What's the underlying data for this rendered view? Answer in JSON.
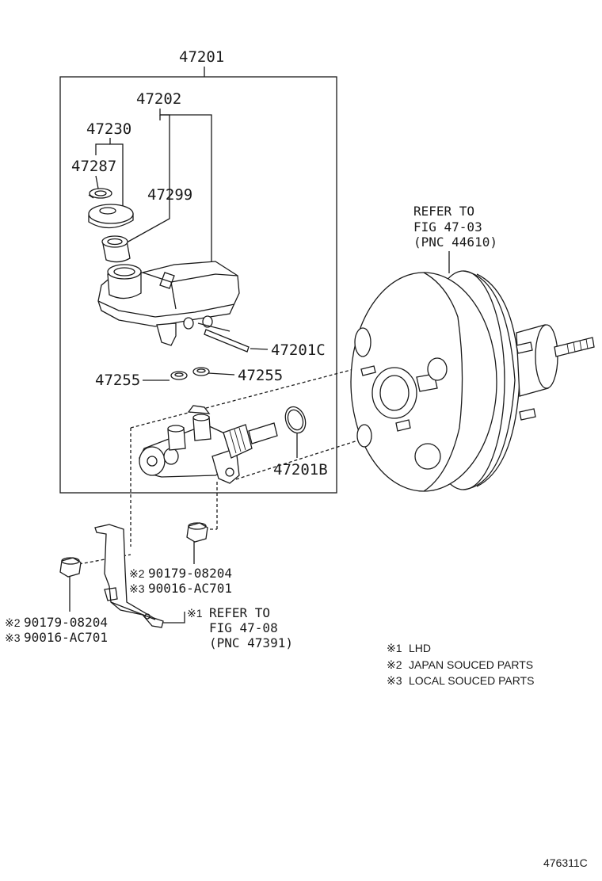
{
  "callouts": {
    "assembly": "47201",
    "reservoir_assy": "47202",
    "cap_assy": "47230",
    "cap_clip": "47287",
    "strainer": "47299",
    "pin": "47201C",
    "grommet_left": "47255",
    "grommet_right": "47255",
    "o_ring": "47201B"
  },
  "booster_ref": {
    "line1": "REFER TO",
    "line2": "FIG 47-03",
    "line3": "(PNC 44610)"
  },
  "nut_right": {
    "mark1": "※2",
    "part1": "90179-08204",
    "mark2": "※3",
    "part2": "90016-AC701"
  },
  "nut_left": {
    "mark1": "※2",
    "part1": "90179-08204",
    "mark2": "※3",
    "part2": "90016-AC701"
  },
  "bracket_ref": {
    "mark": "※1",
    "line1": "REFER TO",
    "line2": "FIG 47-08",
    "line3": "(PNC 47391)"
  },
  "legend": [
    {
      "mark": "※1",
      "text": "LHD"
    },
    {
      "mark": "※2",
      "text": "JAPAN SOUCED PARTS"
    },
    {
      "mark": "※3",
      "text": "LOCAL SOUCED PARTS"
    }
  ],
  "illustration_code": "476311C"
}
